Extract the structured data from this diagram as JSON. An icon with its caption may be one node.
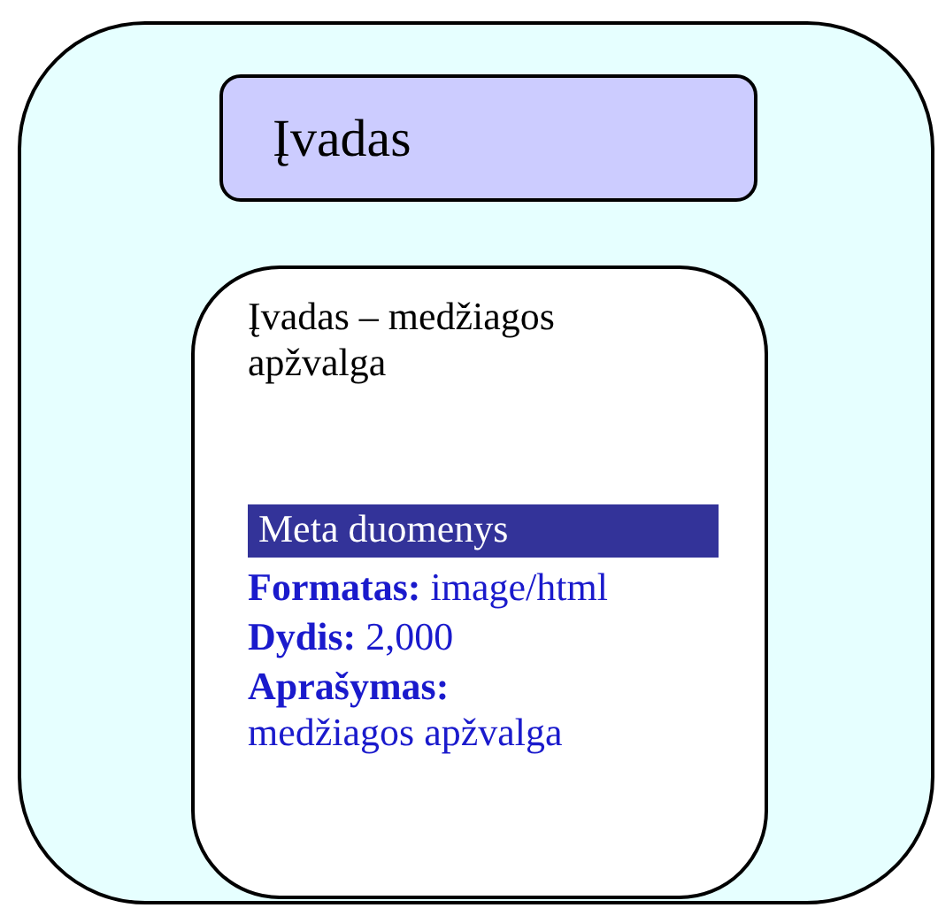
{
  "diagram": {
    "nodes": [
      {
        "text": [],
        "shape": "box"
      },
      {
        "text": [
          "Įvadas"
        ],
        "in": 0
      },
      {
        "text": [
          "Įvadas – medžiagos apžvalga",
          "**Formatas:**  image/html",
          "**Dydis:** 2,000",
          "**Aprašymas:** medžiagos apžvalga"
        ],
        "in": 0
      },
      {
        "text": [
          "Meta duomenys"
        ],
        "in": 2
      }
    ]
  }
}
